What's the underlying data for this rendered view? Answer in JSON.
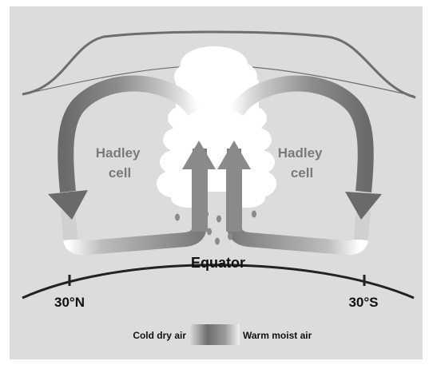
{
  "labels": {
    "left_cell": [
      "Hadley",
      "cell"
    ],
    "right_cell": [
      "Hadley",
      "cell"
    ],
    "equator": "Equator",
    "lat_north": "30°N",
    "lat_south": "30°S"
  },
  "legend": {
    "cold": "Cold dry air",
    "warm": "Warm moist air"
  },
  "colors": {
    "background": "#dcdcdc",
    "cold_air": "#6e6e6e",
    "warm_air": "#f4f4f4",
    "cloud": "#ffffff",
    "earth_line": "#222222",
    "tropopause_line": "#6a6a6a",
    "cell_label": "#7a7a7a"
  }
}
